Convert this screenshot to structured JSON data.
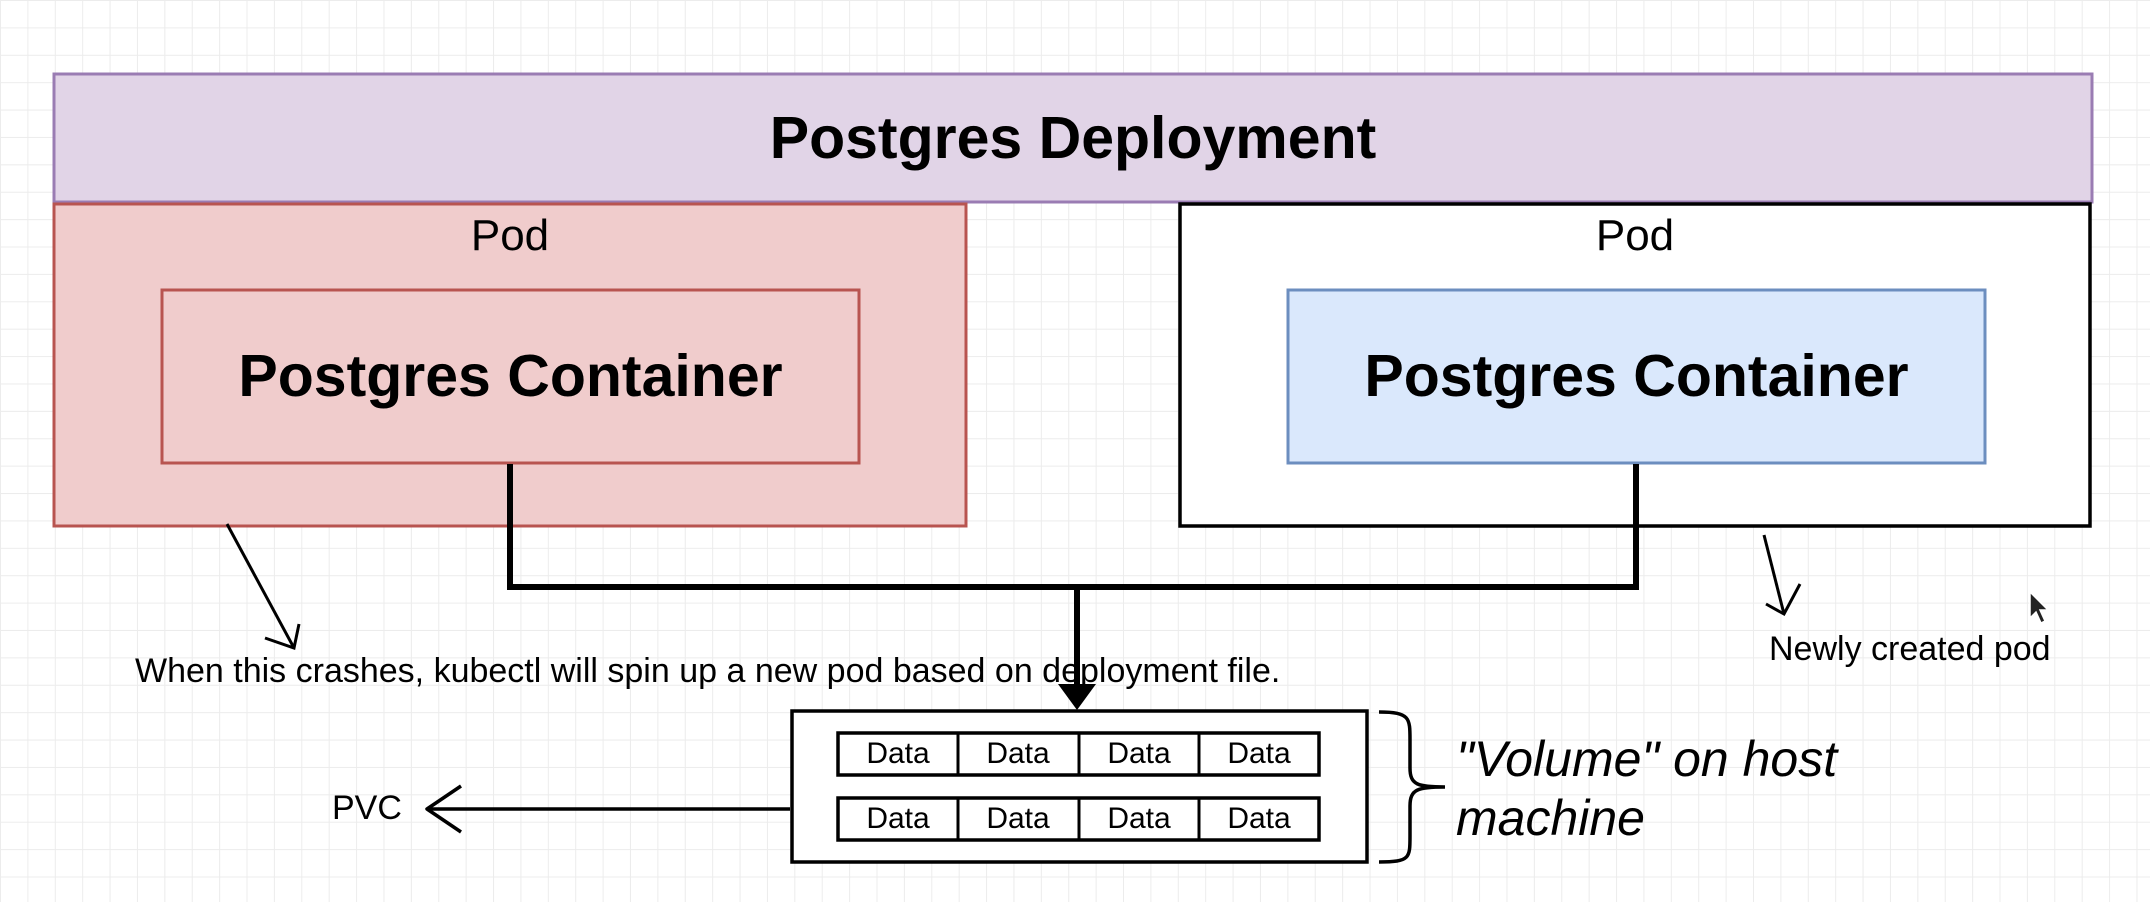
{
  "deployment": {
    "title": "Postgres Deployment"
  },
  "pods": [
    {
      "label": "Pod",
      "container_label": "Postgres Container",
      "state": "crashed"
    },
    {
      "label": "Pod",
      "container_label": "Postgres Container",
      "state": "new"
    }
  ],
  "volume": {
    "rows": [
      [
        "Data",
        "Data",
        "Data",
        "Data"
      ],
      [
        "Data",
        "Data",
        "Data",
        "Data"
      ]
    ],
    "label": "\"Volume\" on host machine"
  },
  "annotations": {
    "crash_note": "When this crashes, kubectl will spin up a new pod based on deployment file.",
    "new_pod_note": "Newly created pod",
    "pvc_label": "PVC"
  },
  "colors": {
    "deployment_fill": "#e1d4e7",
    "deployment_stroke": "#9a7cb3",
    "crashed_pod_fill": "#f0cccc",
    "crashed_pod_stroke": "#b85450",
    "new_container_fill": "#dae8fc",
    "new_container_stroke": "#6c8ebf",
    "line": "#000000"
  }
}
